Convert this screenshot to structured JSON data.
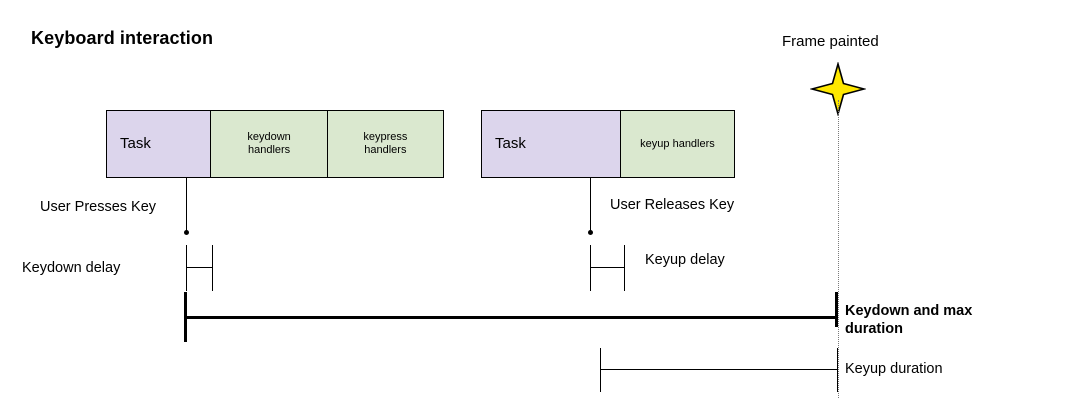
{
  "diagram": {
    "title": "Keyboard interaction",
    "frame_marker": {
      "label": "Frame painted",
      "icon": "four-point-star-icon",
      "star_fill": "#FFE800",
      "star_stroke": "#000000"
    },
    "colors": {
      "task_fill": "#DCD5EC",
      "handler_fill": "#DAE8CF",
      "stroke": "#000000",
      "dotted_guide": "#7a7a7a",
      "background": "#FFFFFF"
    },
    "task_rows": [
      {
        "name": "keydown-task-row",
        "cells": [
          {
            "label": "Task",
            "kind": "task"
          },
          {
            "label": "keydown\nhandlers",
            "line1": "keydown",
            "line2": "handlers",
            "kind": "handler"
          },
          {
            "label": "keypress\nhandlers",
            "line1": "keypress",
            "line2": "handlers",
            "kind": "handler"
          }
        ]
      },
      {
        "name": "keyup-task-row",
        "cells": [
          {
            "label": "Task",
            "kind": "task"
          },
          {
            "label": "keyup handlers",
            "line1": "keyup handlers",
            "line2": "",
            "kind": "handler"
          }
        ]
      }
    ],
    "event_annotations": [
      {
        "name": "user-presses-key",
        "label": "User Presses Key"
      },
      {
        "name": "user-releases-key",
        "label": "User Releases Key"
      }
    ],
    "measures": [
      {
        "name": "keydown-delay",
        "label": "Keydown delay",
        "style": "bracket"
      },
      {
        "name": "keyup-delay",
        "label": "Keyup delay",
        "style": "bracket"
      },
      {
        "name": "keydown-and-max-duration",
        "label_line1": "Keydown and max",
        "label_line2": "duration",
        "label": "Keydown and max duration",
        "style": "thick-span",
        "emphasis": "bold"
      },
      {
        "name": "keyup-duration",
        "label": "Keyup duration",
        "style": "thin-span",
        "emphasis": "normal"
      }
    ]
  }
}
